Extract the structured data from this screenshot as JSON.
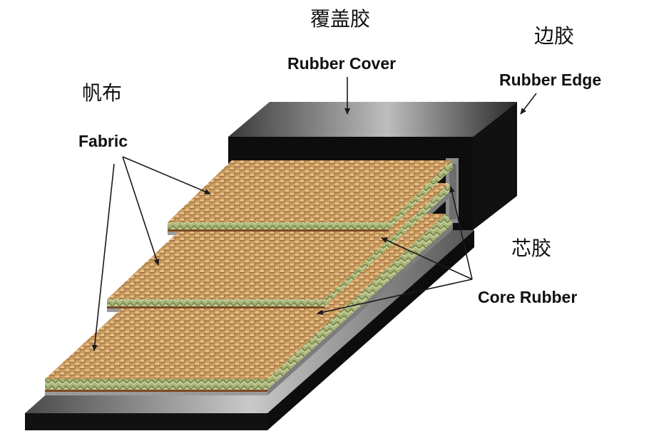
{
  "labels": {
    "rubber_cover_cn": "覆盖胶",
    "rubber_cover_en": "Rubber Cover",
    "rubber_edge_cn": "边胶",
    "rubber_edge_en": "Rubber Edge",
    "fabric_cn": "帆布",
    "fabric_en": "Fabric",
    "core_rubber_cn": "芯胶",
    "core_rubber_en": "Core Rubber"
  },
  "colors": {
    "fabric": "#c99a5e",
    "fabric_dark": "#8a5a2b",
    "fabric_light": "#e6c08a",
    "core_green": "#b9c28a",
    "core_gray": "#9a9a9a",
    "rubber_black": "#111111",
    "rubber_gray": "#8c8c8c"
  }
}
